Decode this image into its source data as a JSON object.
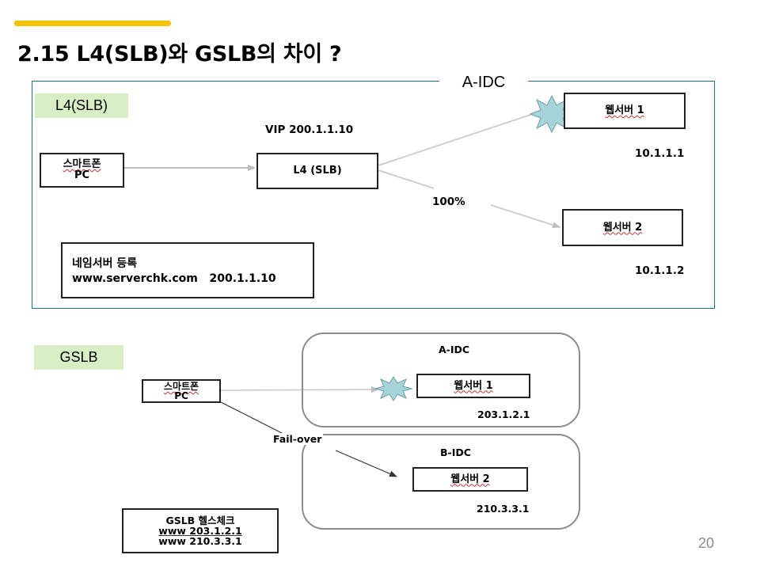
{
  "slide": {
    "title": "2.15 L4(SLB)와 GSLB의 차이 ?",
    "page_number": "20"
  },
  "colors": {
    "accent": "#f5c200",
    "tag_bg": "#d8efc6",
    "panel_border": "#1f6f87"
  },
  "l4_section": {
    "heading": "A-IDC",
    "tag": "L4(SLB)",
    "client": {
      "line1": "스마트폰",
      "line2": "PC"
    },
    "vip_label": "VIP 200.1.1.10",
    "lb_box": "L4 (SLB)",
    "ratio_label": "100%",
    "server1": {
      "name": "웹서버 1",
      "ip": "10.1.1.1"
    },
    "server2": {
      "name": "웹서버 2",
      "ip": "10.1.1.2"
    },
    "nameserver": {
      "line1": "네임서버 등록",
      "line2": "www.serverchk.com   200.1.1.10"
    }
  },
  "gslb_section": {
    "tag": "GSLB",
    "client": {
      "line1": "스마트폰",
      "line2": "PC"
    },
    "idc_a": {
      "label": "A-IDC",
      "server": "웹서버 1",
      "ip": "203.1.2.1"
    },
    "idc_b": {
      "label": "B-IDC",
      "server": "웹서버 2",
      "ip": "210.3.3.1"
    },
    "failover_label": "Fail-over",
    "healthcheck": {
      "line1": "GSLB 헬스체크",
      "line2": "www 203.1.2.1",
      "line3": "www 210.3.3.1"
    }
  }
}
